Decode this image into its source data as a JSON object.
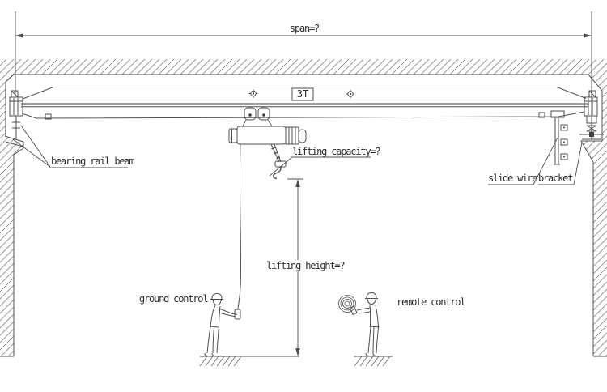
{
  "drawing": {
    "labels": {
      "span_dimension": "span=?",
      "lifting_capacity_dimension": "lifting capacity=?",
      "lifting_height_dimension": "lifting height=?",
      "bearing_rail_beam": "bearing rail beam",
      "slide_wire": "slide wire",
      "bracket": "bracket",
      "ground_control": "ground control",
      "remote_control": "remote control",
      "capacity_rating": "3T"
    },
    "symbols": {
      "target_marker": "position-target-icon",
      "radio_waves": "concentric-circles-icon",
      "hook": "crane-hook-icon",
      "hatch": "section-hatch-pattern"
    },
    "colors": {
      "line": "#4f4f4f",
      "hatch": "#8a8a8a",
      "text": "#2d2d2d",
      "background": "#ffffff"
    }
  }
}
